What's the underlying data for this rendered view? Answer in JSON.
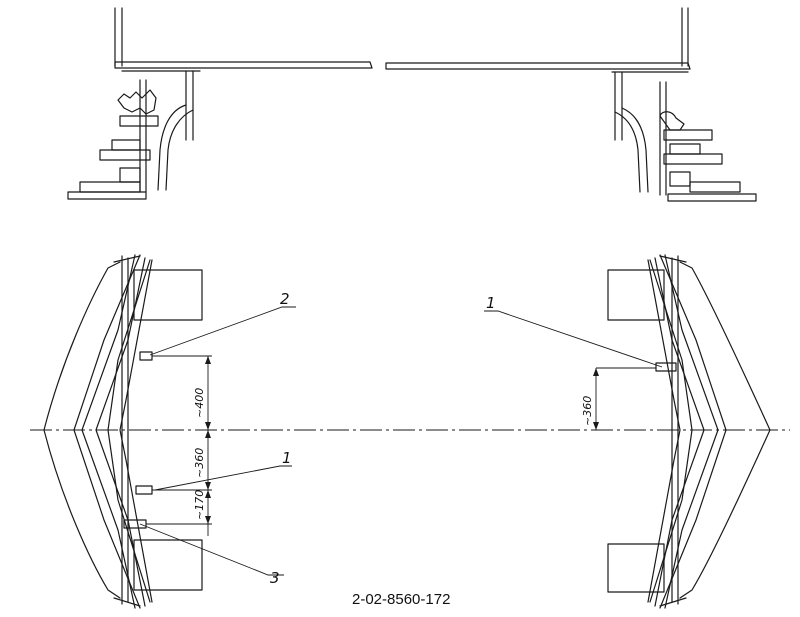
{
  "callouts": {
    "c1_top_right": "1",
    "c2": "2",
    "c1_mid": "1",
    "c3": "3"
  },
  "dimensions": {
    "d400": "~400",
    "d360_left": "~360",
    "d170": "~170",
    "d360_right": "~360"
  },
  "drawing_code": "2-02-8560-172"
}
